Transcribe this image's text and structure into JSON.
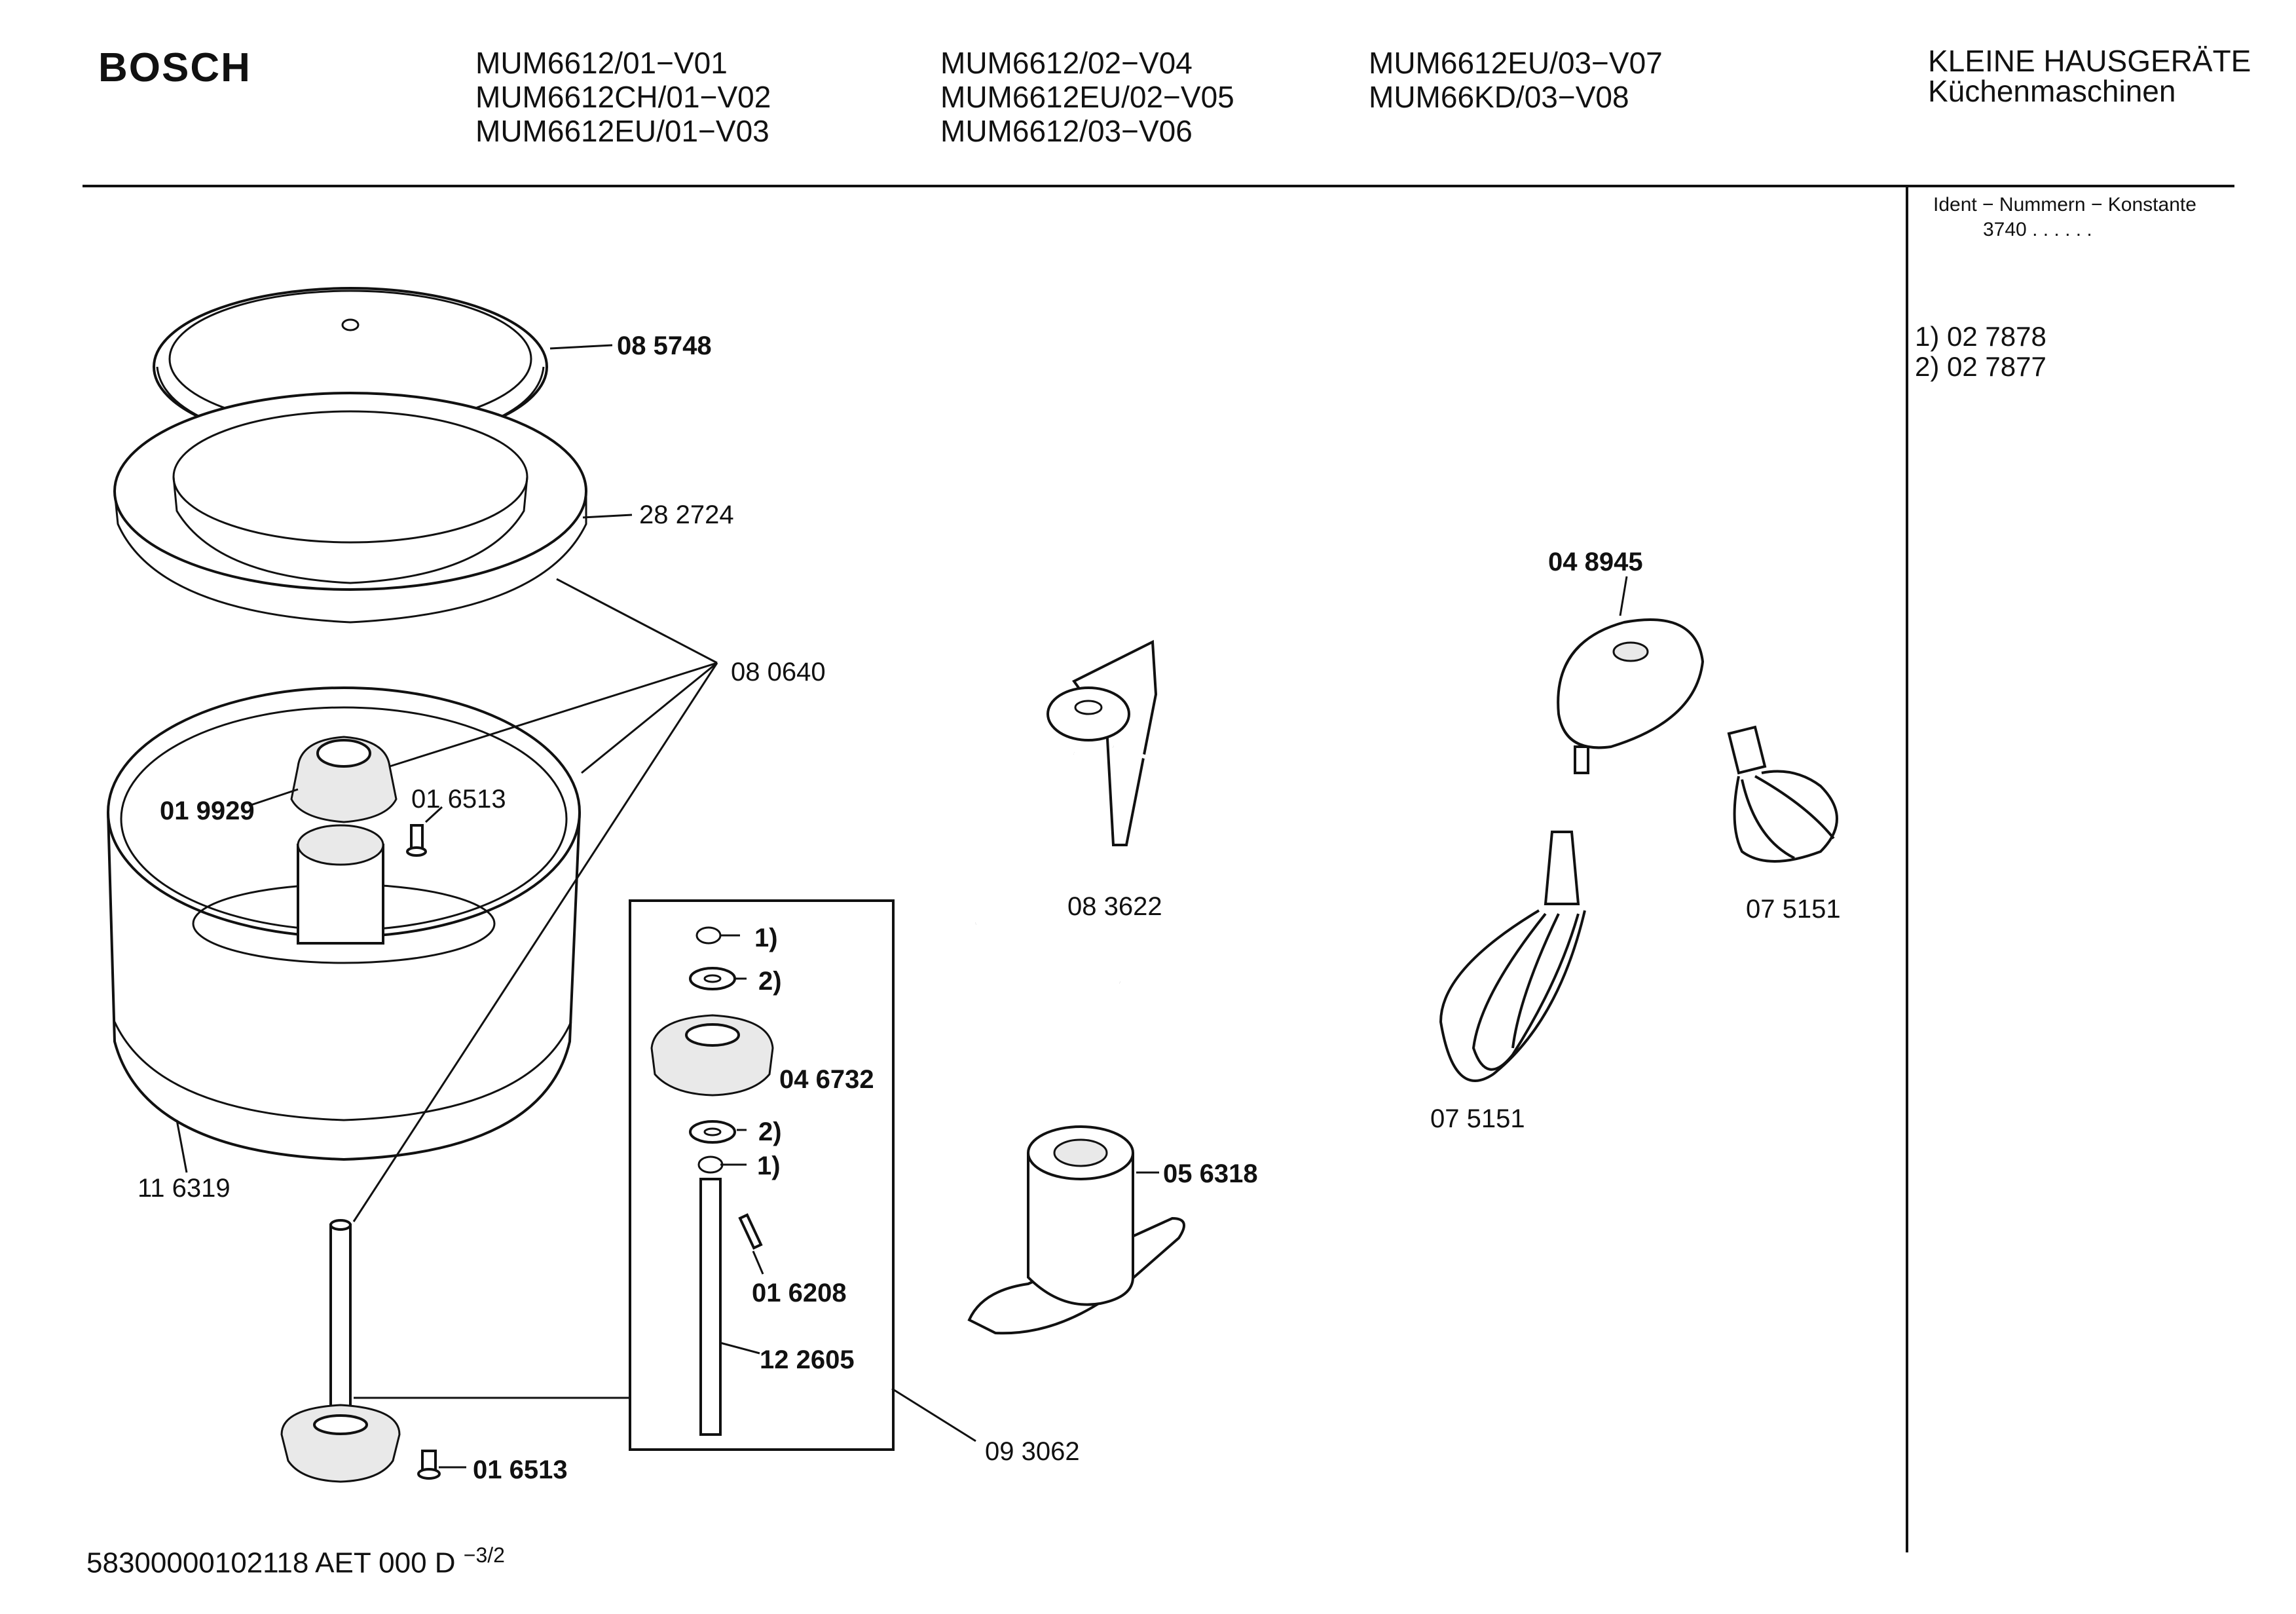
{
  "header": {
    "brand": "BOSCH",
    "models_col1": [
      "MUM6612/01−V01",
      "MUM6612CH/01−V02",
      "MUM6612EU/01−V03"
    ],
    "models_col2": [
      "MUM6612/02−V04",
      "MUM6612EU/02−V05",
      "MUM6612/03−V06"
    ],
    "models_col3": [
      "MUM6612EU/03−V07",
      "MUM66KD/03−V08"
    ],
    "category": "KLEINE HAUSGERÄTE",
    "subcategory": "Küchenmaschinen"
  },
  "ident": {
    "title": "Ident − Nummern − Konstante",
    "value": "3740 . .   . . . ."
  },
  "notes": [
    "1)  02 7878",
    "2)  02 7877"
  ],
  "parts": {
    "p085748": "08 5748",
    "p282724": "28 2724",
    "p080640": "08 0640",
    "p019929": "01 9929",
    "p016513a": "01 6513",
    "p116319": "11 6319",
    "p016513b": "01 6513",
    "p093062": "09 3062",
    "p046732": "04 6732",
    "p016208": "01 6208",
    "p122605": "12 2605",
    "n1a": "1)",
    "n2a": "2)",
    "n2b": "2)",
    "n1b": "1)",
    "p083622": "08 3622",
    "p056318": "05 6318",
    "p048945": "04 8945",
    "p075151a": "07 5151",
    "p075151b": "07 5151"
  },
  "footer": {
    "code": "58300000102118 AET 000 D ",
    "page": "−3/2"
  }
}
